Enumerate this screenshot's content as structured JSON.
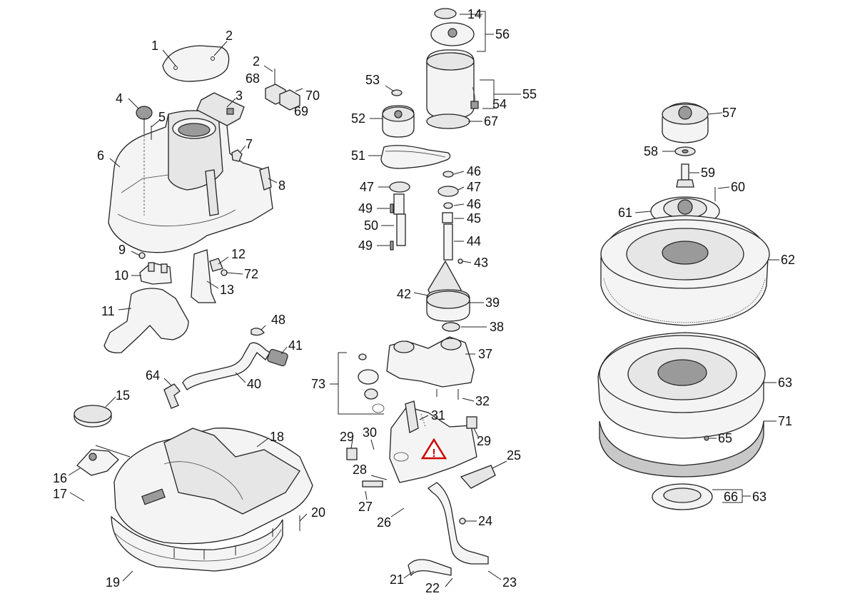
{
  "callouts": [
    "1",
    "2",
    "3",
    "4",
    "5",
    "6",
    "7",
    "8",
    "9",
    "10",
    "11",
    "12",
    "13",
    "14",
    "15",
    "16",
    "17",
    "18",
    "19",
    "20",
    "21",
    "22",
    "23",
    "24",
    "25",
    "26",
    "27",
    "28",
    "29",
    "29",
    "30",
    "31",
    "32",
    "37",
    "38",
    "39",
    "40",
    "41",
    "42",
    "43",
    "44",
    "45",
    "46",
    "46",
    "47",
    "47",
    "48",
    "49",
    "49",
    "50",
    "51",
    "52",
    "53",
    "54",
    "55",
    "56",
    "57",
    "58",
    "59",
    "60",
    "61",
    "62",
    "63",
    "63",
    "64",
    "65",
    "66",
    "67",
    "68",
    "69",
    "70",
    "71",
    "72",
    "73",
    "2"
  ],
  "warning_symbol": "!"
}
